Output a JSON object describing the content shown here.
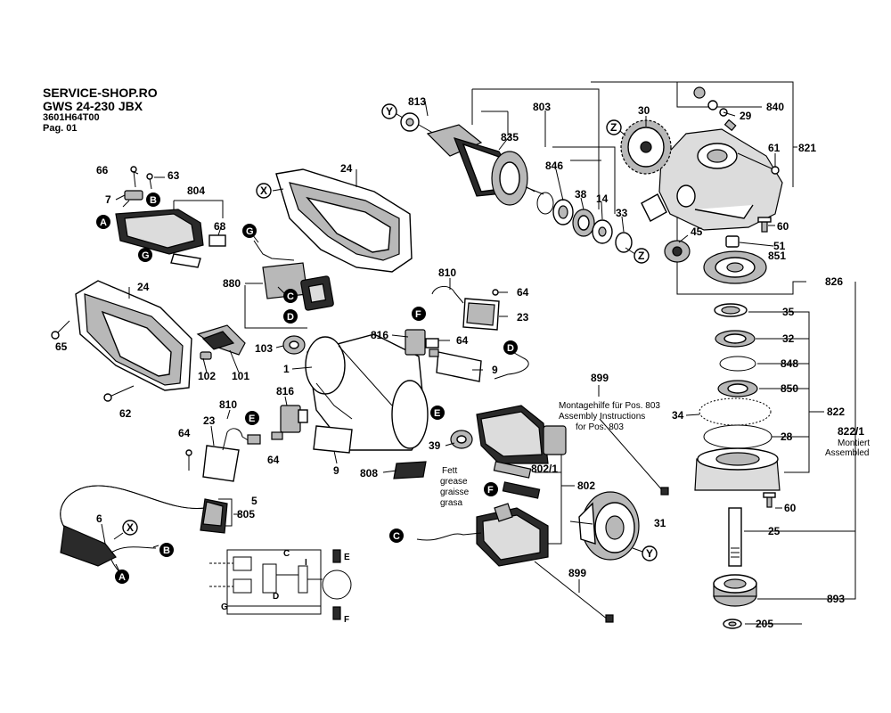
{
  "header": {
    "shop": "SERVICE-SHOP.RO",
    "model": "GWS 24-230 JBX",
    "part_no": "3601H64T00",
    "page": "Pag. 01"
  },
  "labels": {
    "813": "813",
    "803": "803",
    "835": "835",
    "846": "846",
    "38": "38",
    "14": "14",
    "33": "33",
    "30": "30",
    "840": "840",
    "29": "29",
    "821": "821",
    "61": "61",
    "60": "60",
    "51": "51",
    "851": "851",
    "45": "45",
    "826": "826",
    "35": "35",
    "32": "32",
    "848": "848",
    "850": "850",
    "822": "822",
    "34": "34",
    "28": "28",
    "822_1": "822/1",
    "60b": "60",
    "25": "25",
    "893": "893",
    "205": "205",
    "66": "66",
    "63": "63",
    "804": "804",
    "7": "7",
    "68": "68",
    "24": "24",
    "24b": "24",
    "880": "880",
    "810": "810",
    "64": "64",
    "23": "23",
    "816": "816",
    "64b": "64",
    "103": "103",
    "1": "1",
    "9": "9",
    "899": "899",
    "65": "65",
    "102": "102",
    "101": "101",
    "62": "62",
    "810b": "810",
    "816b": "816",
    "23b": "23",
    "64c": "64",
    "64d": "64",
    "9b": "9",
    "808": "808",
    "39": "39",
    "802_1": "802/1",
    "802": "802",
    "31": "31",
    "899b": "899",
    "5": "5",
    "805": "805",
    "6": "6"
  },
  "notes": {
    "assembly_de": "Montagehilfe für Pos. 803",
    "assembly_en": "Assembly Instructions",
    "assembly_fr": "for Pos. 803",
    "montiert": "Montiert",
    "assembled": "Assembled",
    "fett": "Fett",
    "grease": "grease",
    "graisse": "graisse",
    "grasa": "grasa"
  },
  "markers": {
    "A": "A",
    "B": "B",
    "C": "C",
    "D": "D",
    "E": "E",
    "F": "F",
    "G": "G",
    "X": "X",
    "Y": "Y",
    "Z": "Z"
  },
  "wiring": {
    "C": "C",
    "I": "I",
    "E": "E",
    "D": "D",
    "G": "G",
    "F": "F"
  },
  "colors": {
    "ink": "#000000",
    "paper": "#ffffff"
  }
}
